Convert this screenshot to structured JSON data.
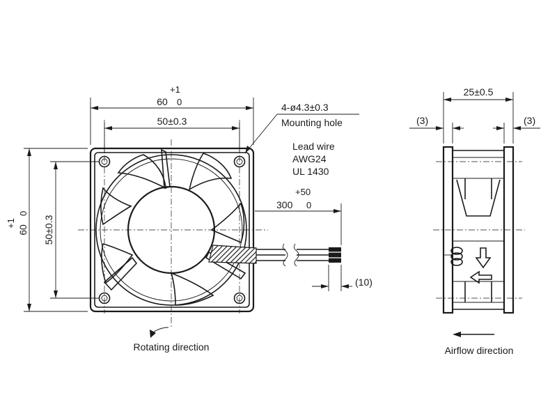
{
  "front_view": {
    "overall_width": {
      "main": "60",
      "tol_upper": "+1",
      "tol_lower": "0"
    },
    "hole_pitch_width": "50±0.3",
    "overall_height": {
      "main": "60",
      "tol_upper": "+1",
      "tol_lower": "0"
    },
    "hole_pitch_height": "50±0.3",
    "mounting_hole": {
      "spec": "4-ø4.3±0.3",
      "label": "Mounting hole"
    },
    "lead_wire": {
      "line1": "Lead wire",
      "line2": "AWG24",
      "line3": "UL 1430"
    },
    "lead_length": {
      "main": "300",
      "tol_upper": "+50",
      "tol_lower": "0"
    },
    "strip_length": "(10)",
    "rotating_direction": "Rotating direction"
  },
  "side_view": {
    "depth": "25±0.5",
    "flange_left": "(3)",
    "flange_right": "(3)",
    "airflow_direction": "Airflow direction"
  }
}
